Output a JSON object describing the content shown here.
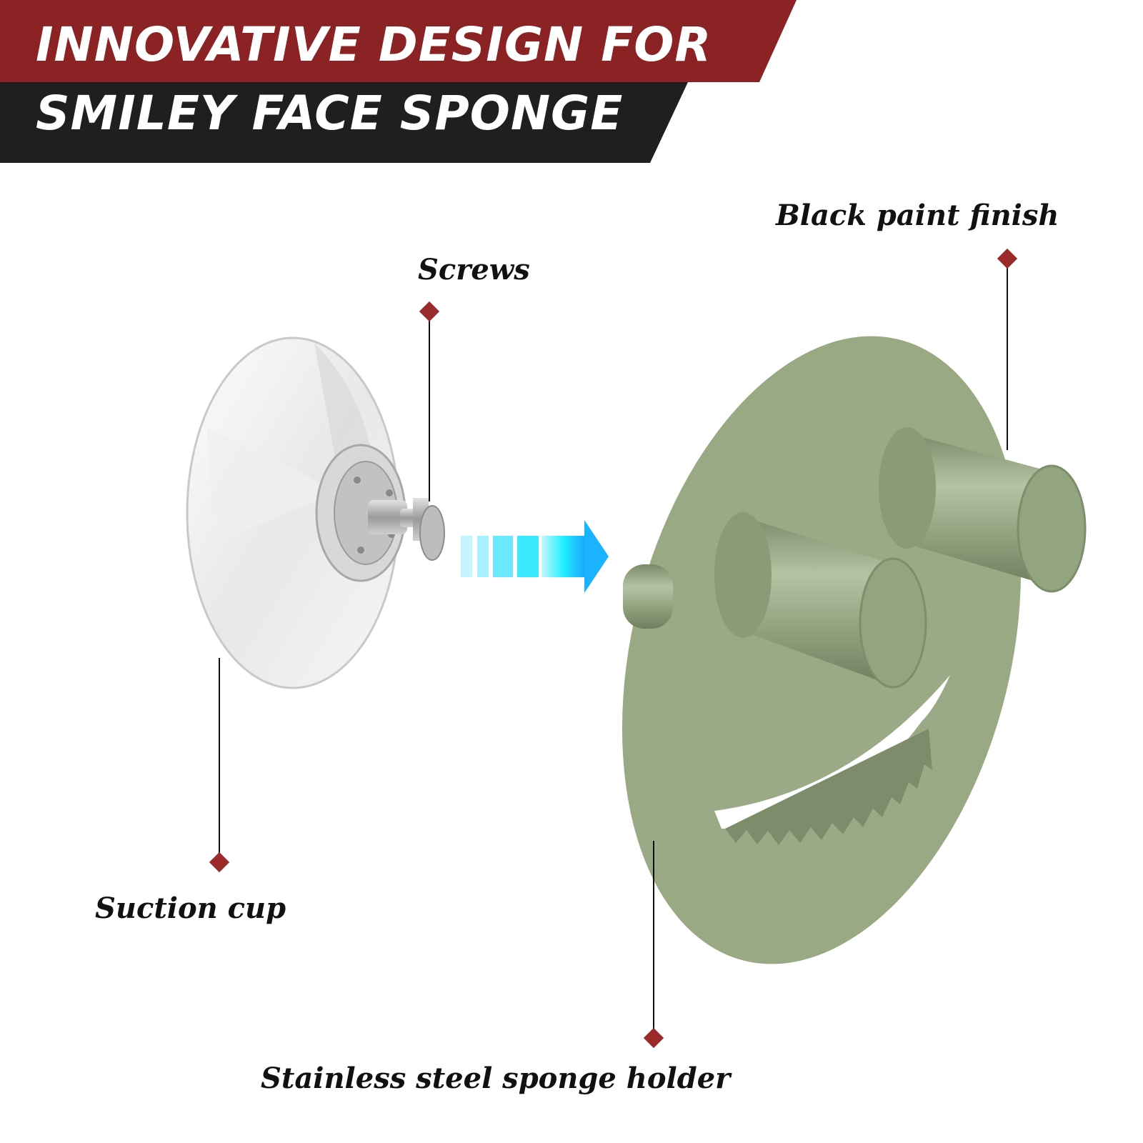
{
  "header": {
    "line1": "INNOVATIVE DESIGN FOR",
    "line2": "SMILEY FACE SPONGE"
  },
  "callouts": {
    "screws": "Screws",
    "black_paint_finish": "Black paint finish",
    "suction_cup": "Suction cup",
    "holder": "Stainless steel sponge holder"
  },
  "colors": {
    "banner_red": "#8b2325",
    "banner_black": "#1f1f1f",
    "marker_red": "#9b2b2b",
    "holder_green": "#98a983",
    "arrow_cyan": "#19c9ff"
  },
  "icons": {
    "arrow": "right-arrow-icon",
    "marker": "diamond-marker-icon"
  }
}
